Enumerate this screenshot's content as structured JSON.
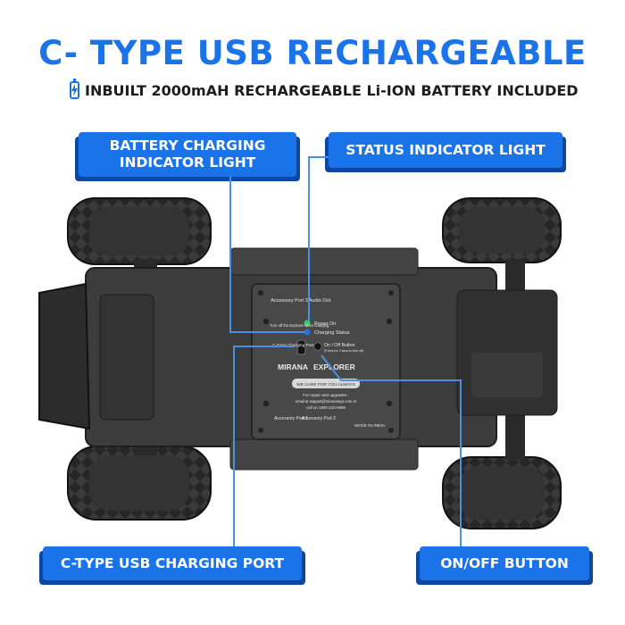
{
  "header": {
    "title": "C- TYPE USB RECHARGEABLE",
    "subtitle": "INBUILT 2000mAH RECHARGEABLE Li-ION BATTERY INCLUDED",
    "battery_icon": "battery-charging-icon"
  },
  "callouts": {
    "battery_charging_indicator": "BATTERY CHARGING INDICATOR LIGHT",
    "status_indicator": "STATUS INDICATOR LIGHT",
    "usb_port": "C-TYPE USB CHARGING PORT",
    "on_off_button": "ON/OFF BUTTON"
  },
  "plate": {
    "accessory_port_3": "Accessory Port 3",
    "audio_out": "Audio Out",
    "power_on": "Power On",
    "charging_status": "Charging Status",
    "turn_off_note": "Turn off the Explorer when charging",
    "ctype_port": "C-Type Charging Port",
    "on_off": "On / Off Button",
    "on_off_note": "(Press for 3 secs to turn off)",
    "brand_a": "MIRANA",
    "brand_b": "EXPLORER",
    "tagline": "WE CARE FOR YOU ALWAYS",
    "repair": "For repair and upgrades :",
    "email": "email at support@miranatoys.com or",
    "phone": "call on 1800-210-6959",
    "accessory_port_1": "Accessory Port 1",
    "accessory_port_2": "Accessory Port 2",
    "made_in": "MADE IN INDIA"
  },
  "colors": {
    "accent": "#1a73e8",
    "accent_dark": "#0d47a1",
    "body": "#2b2b2b"
  }
}
